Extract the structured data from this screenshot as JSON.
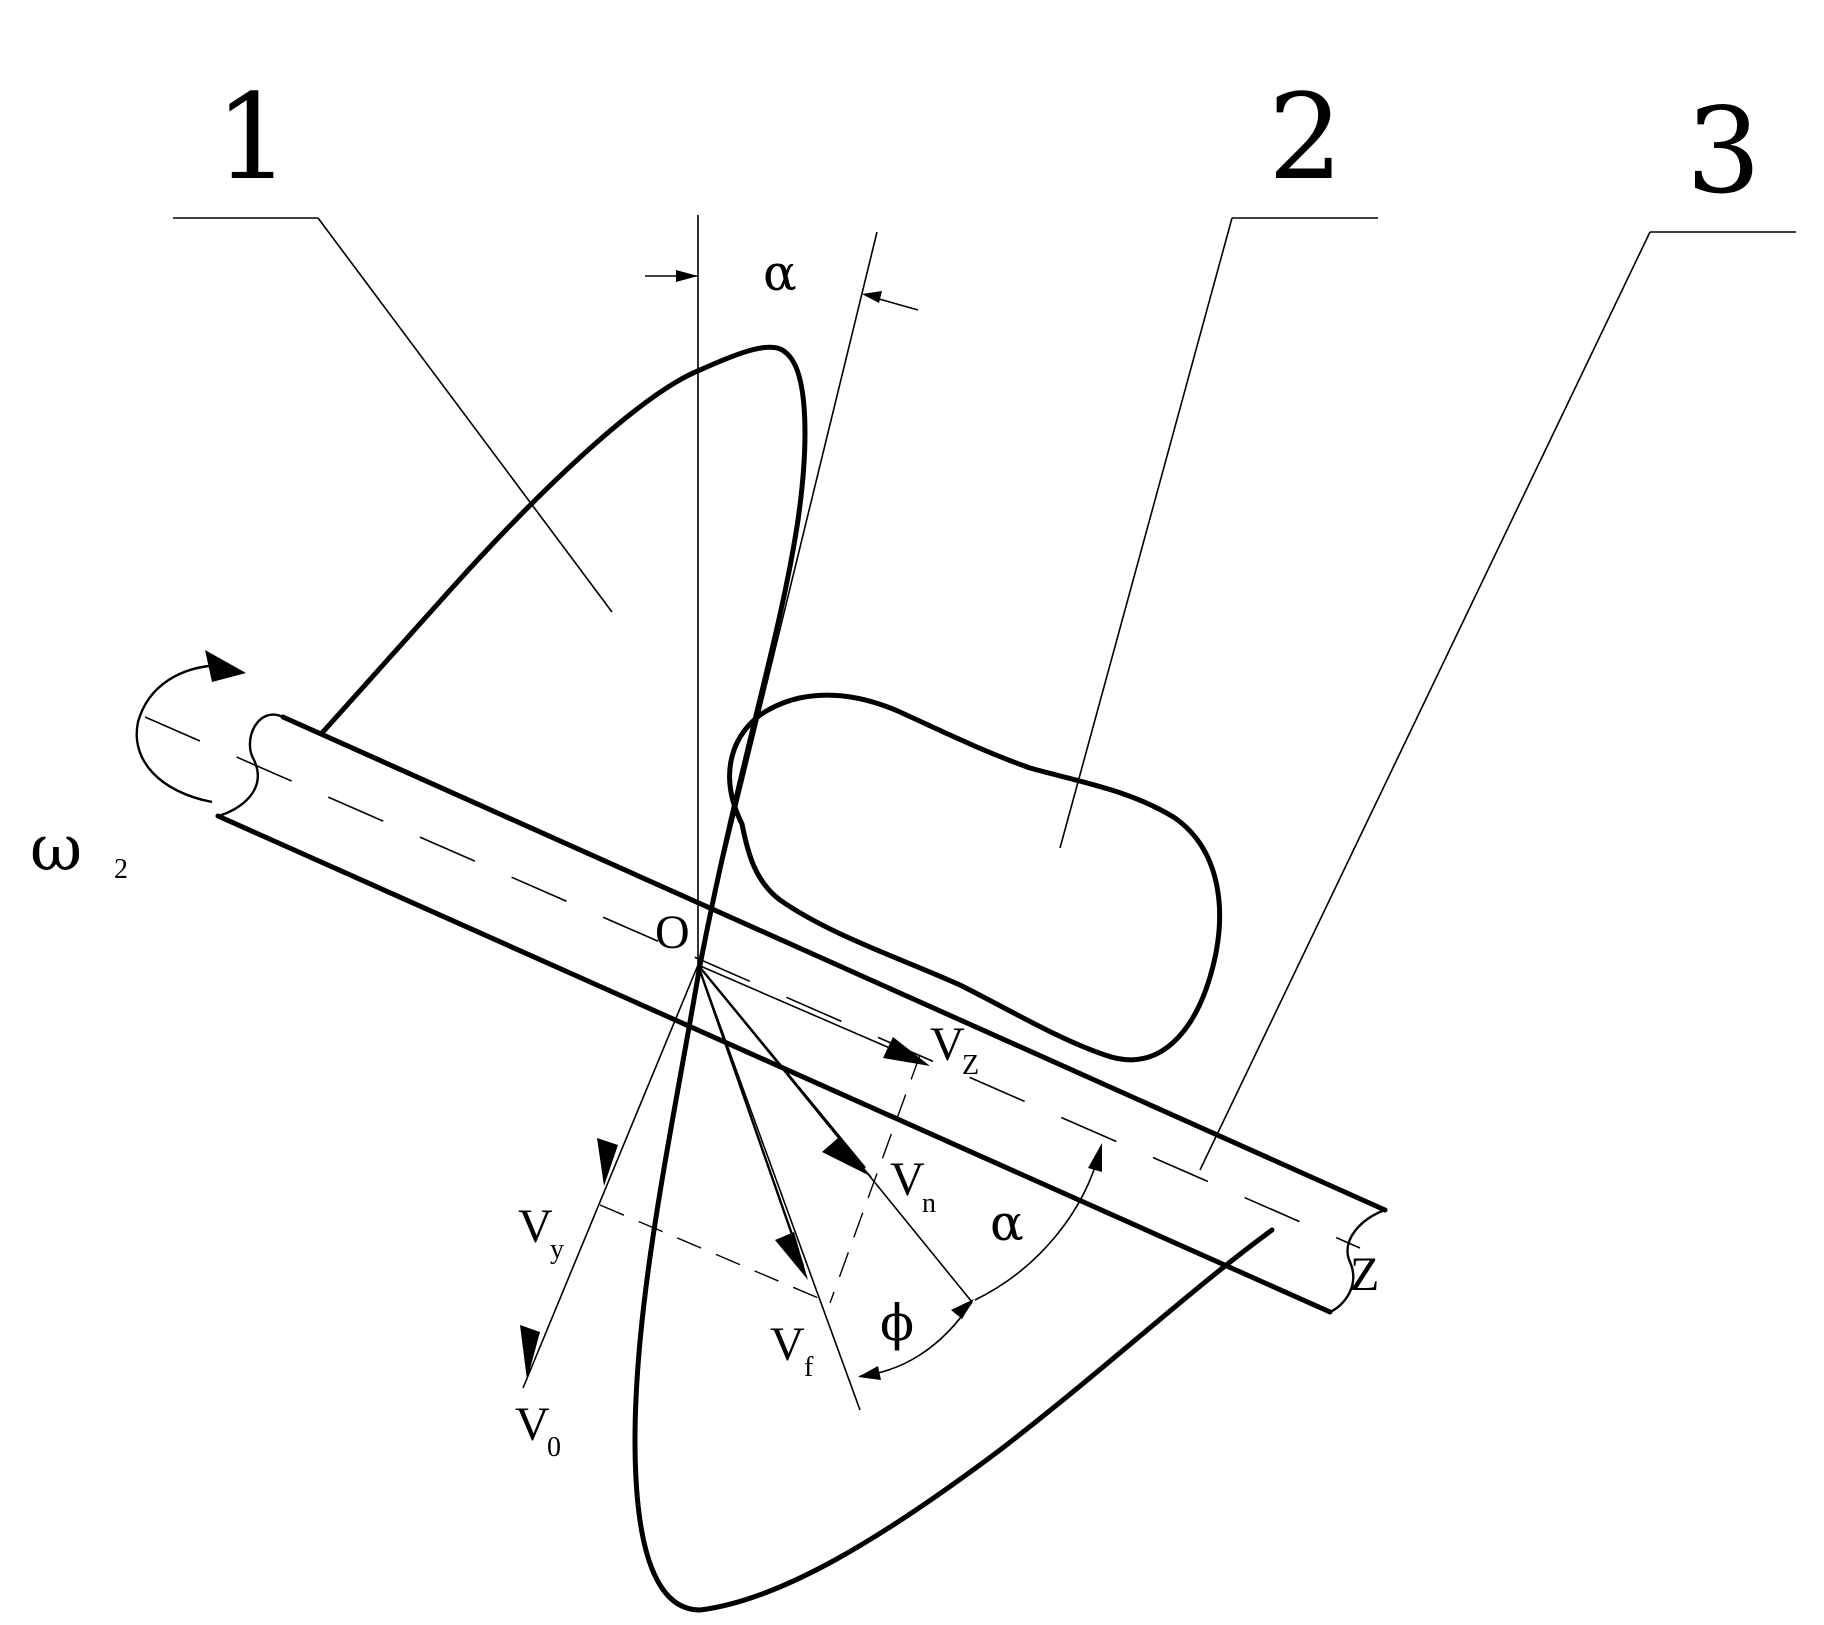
{
  "callouts": {
    "part1": "1",
    "part2": "2",
    "part3": "3"
  },
  "symbols": {
    "alpha_top": "α",
    "alpha_bottom": "α",
    "phi": "ϕ",
    "omega": "ω",
    "omega_sub": "2",
    "origin": "O",
    "axis_z": "Z",
    "v_main": "V",
    "v_z_sub": "Z",
    "v_n_sub": "n",
    "v_y_sub": "y",
    "v_f_sub": "f",
    "v_0_sub": "0"
  }
}
